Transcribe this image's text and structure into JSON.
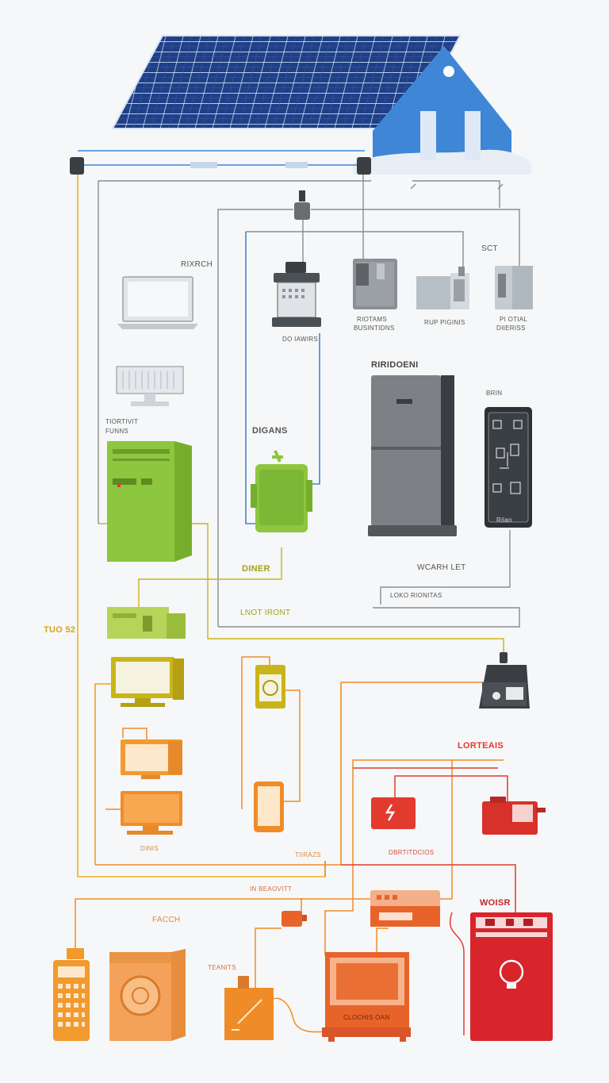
{
  "colors": {
    "solar_blue": "#1f3f86",
    "house_blue": "#3f86d6",
    "gray": "#8a8d90",
    "lime": "#8dc63f",
    "olive": "#c8b51a",
    "orange": "#f08c28",
    "red": "#e23a2e"
  },
  "labels": {
    "router": "RIXRCH",
    "sct": "SCT",
    "device_a": "RIOTAMS",
    "device_a_sub": "BUSINTIDNS",
    "device_b": "RUP PIGINIS",
    "device_c": "PI OTIAL",
    "device_c_sub": "DIIERISS",
    "water_heater": "DO IAWIRS",
    "fridge": "RIRIDOENI",
    "panel": "BRIN",
    "panel_brand": "Rilan",
    "server": "TIORTIVIT",
    "server_sub": "FUNNS",
    "dishes": "DIGANS",
    "diner": "DINER",
    "wcarh": "WCARH LET",
    "loko": "LOKO RIONITAS",
    "tuo": "TUO 52",
    "inot": "LNOT IRONT",
    "lortease": "LORTEAIS",
    "dinis": "DINIS",
    "tiirazs": "TIIRAZS",
    "dbrtitdos": "DBRTITDCIOS",
    "indeavitt": "IN BEAOVITT",
    "facch": "FACCH",
    "teanits": "TEANITS",
    "woisr": "WOISR",
    "clothes": "CLOCHIS OAN"
  }
}
